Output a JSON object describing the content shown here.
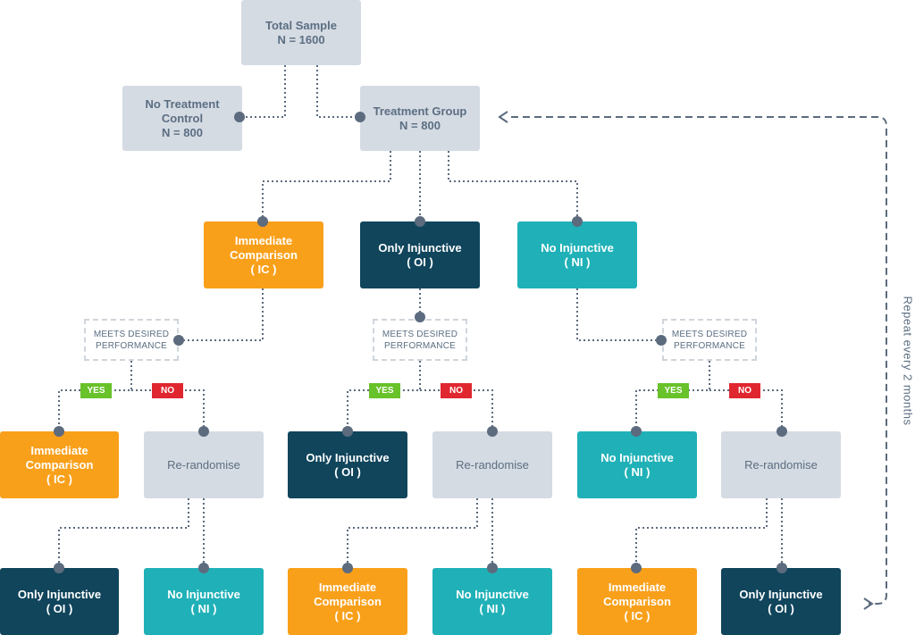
{
  "top": {
    "line1": "Total Sample",
    "line2": "N = 1600"
  },
  "control": {
    "line1": "No Treatment",
    "line2": "Control",
    "line3": "N = 800"
  },
  "treatment": {
    "line1": "Treatment Group",
    "line2": "N = 800"
  },
  "arms": {
    "ic": {
      "line1": "Immediate",
      "line2": "Comparison",
      "line3": "( IC )"
    },
    "oi": {
      "line1": "Only Injunctive",
      "line2": "( OI )"
    },
    "ni": {
      "line1": "No Injunctive",
      "line2": "( NI )"
    }
  },
  "meets": {
    "line1": "MEETS DESIRED",
    "line2": "PERFORMANCE"
  },
  "tags": {
    "yes": "YES",
    "no": "NO"
  },
  "rerandomise": "Re-randomise",
  "repeat_label": "Repeat every 2 months",
  "colors": {
    "gray_box": "#d5dbe3",
    "orange": "#f9a01b",
    "navy": "#10455c",
    "teal": "#20b1b8",
    "yes": "#68c22a",
    "no": "#e0262f",
    "connector": "#5c6b7e"
  }
}
